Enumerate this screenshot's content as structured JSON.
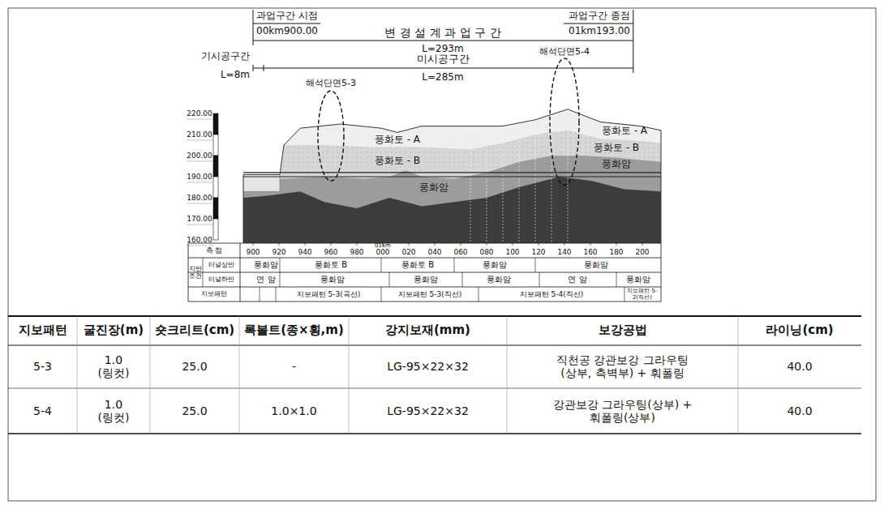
{
  "diagram": {
    "labels": [
      "과업구간 시점",
      "00km900.00",
      "과업구간 종점",
      "01km193.00",
      "변 경 설 계 과 업 구 간",
      "L=293m",
      "해석단면5-4",
      "기시공구간",
      "미시공구간",
      "L=8m",
      "L=285m",
      "해석단면5-3",
      "풍화토 - A",
      "풍화토 - A",
      "풍화토 - B",
      "풍화토 - B",
      "풍화암",
      "풍화암",
      "220.00",
      "210.00",
      "200.00",
      "190.00",
      "180.00",
      "170.00",
      "160.00",
      "측 점",
      "900",
      "920",
      "940",
      "960",
      "980",
      "01km",
      "000",
      "020",
      "040",
      "060",
      "080",
      "100",
      "120",
      "140",
      "160",
      "180",
      "200",
      "지반 조건",
      "터널상반",
      "풍화암",
      "풍화토 B",
      "풍화토 B",
      "풍화암",
      "풍화암",
      "터널하반",
      "연 암",
      "풍화암",
      "풍화암",
      "풍화암",
      "연 암",
      "풍화암",
      "지보패턴",
      "지보패턴 5-3(곡선)",
      "지보패턴 5-3(직선)",
      "지보패턴 5-4(직선)",
      "지보패턴 5-2(직선)",
      "지보패턴",
      "굴진장(m)",
      "숏크리트(cm)",
      "록볼트(종×횡,m)",
      "강지보재(mm)",
      "보강공법",
      "라이닝(cm)",
      "5-3",
      "1.0 (링컷)",
      "25.0",
      "-",
      "LG-95×22×32",
      "직천공 강관보강 그라우팅 (상부, 측벽부) + 훠폴링",
      "40.0",
      "5-4",
      "1.0 (링컷)",
      "25.0",
      "1.0×1.0",
      "LG-95×22×32",
      "강관보강 그라우팅(상부) + 훠폴링(상부)",
      "40.0"
    ]
  }
}
